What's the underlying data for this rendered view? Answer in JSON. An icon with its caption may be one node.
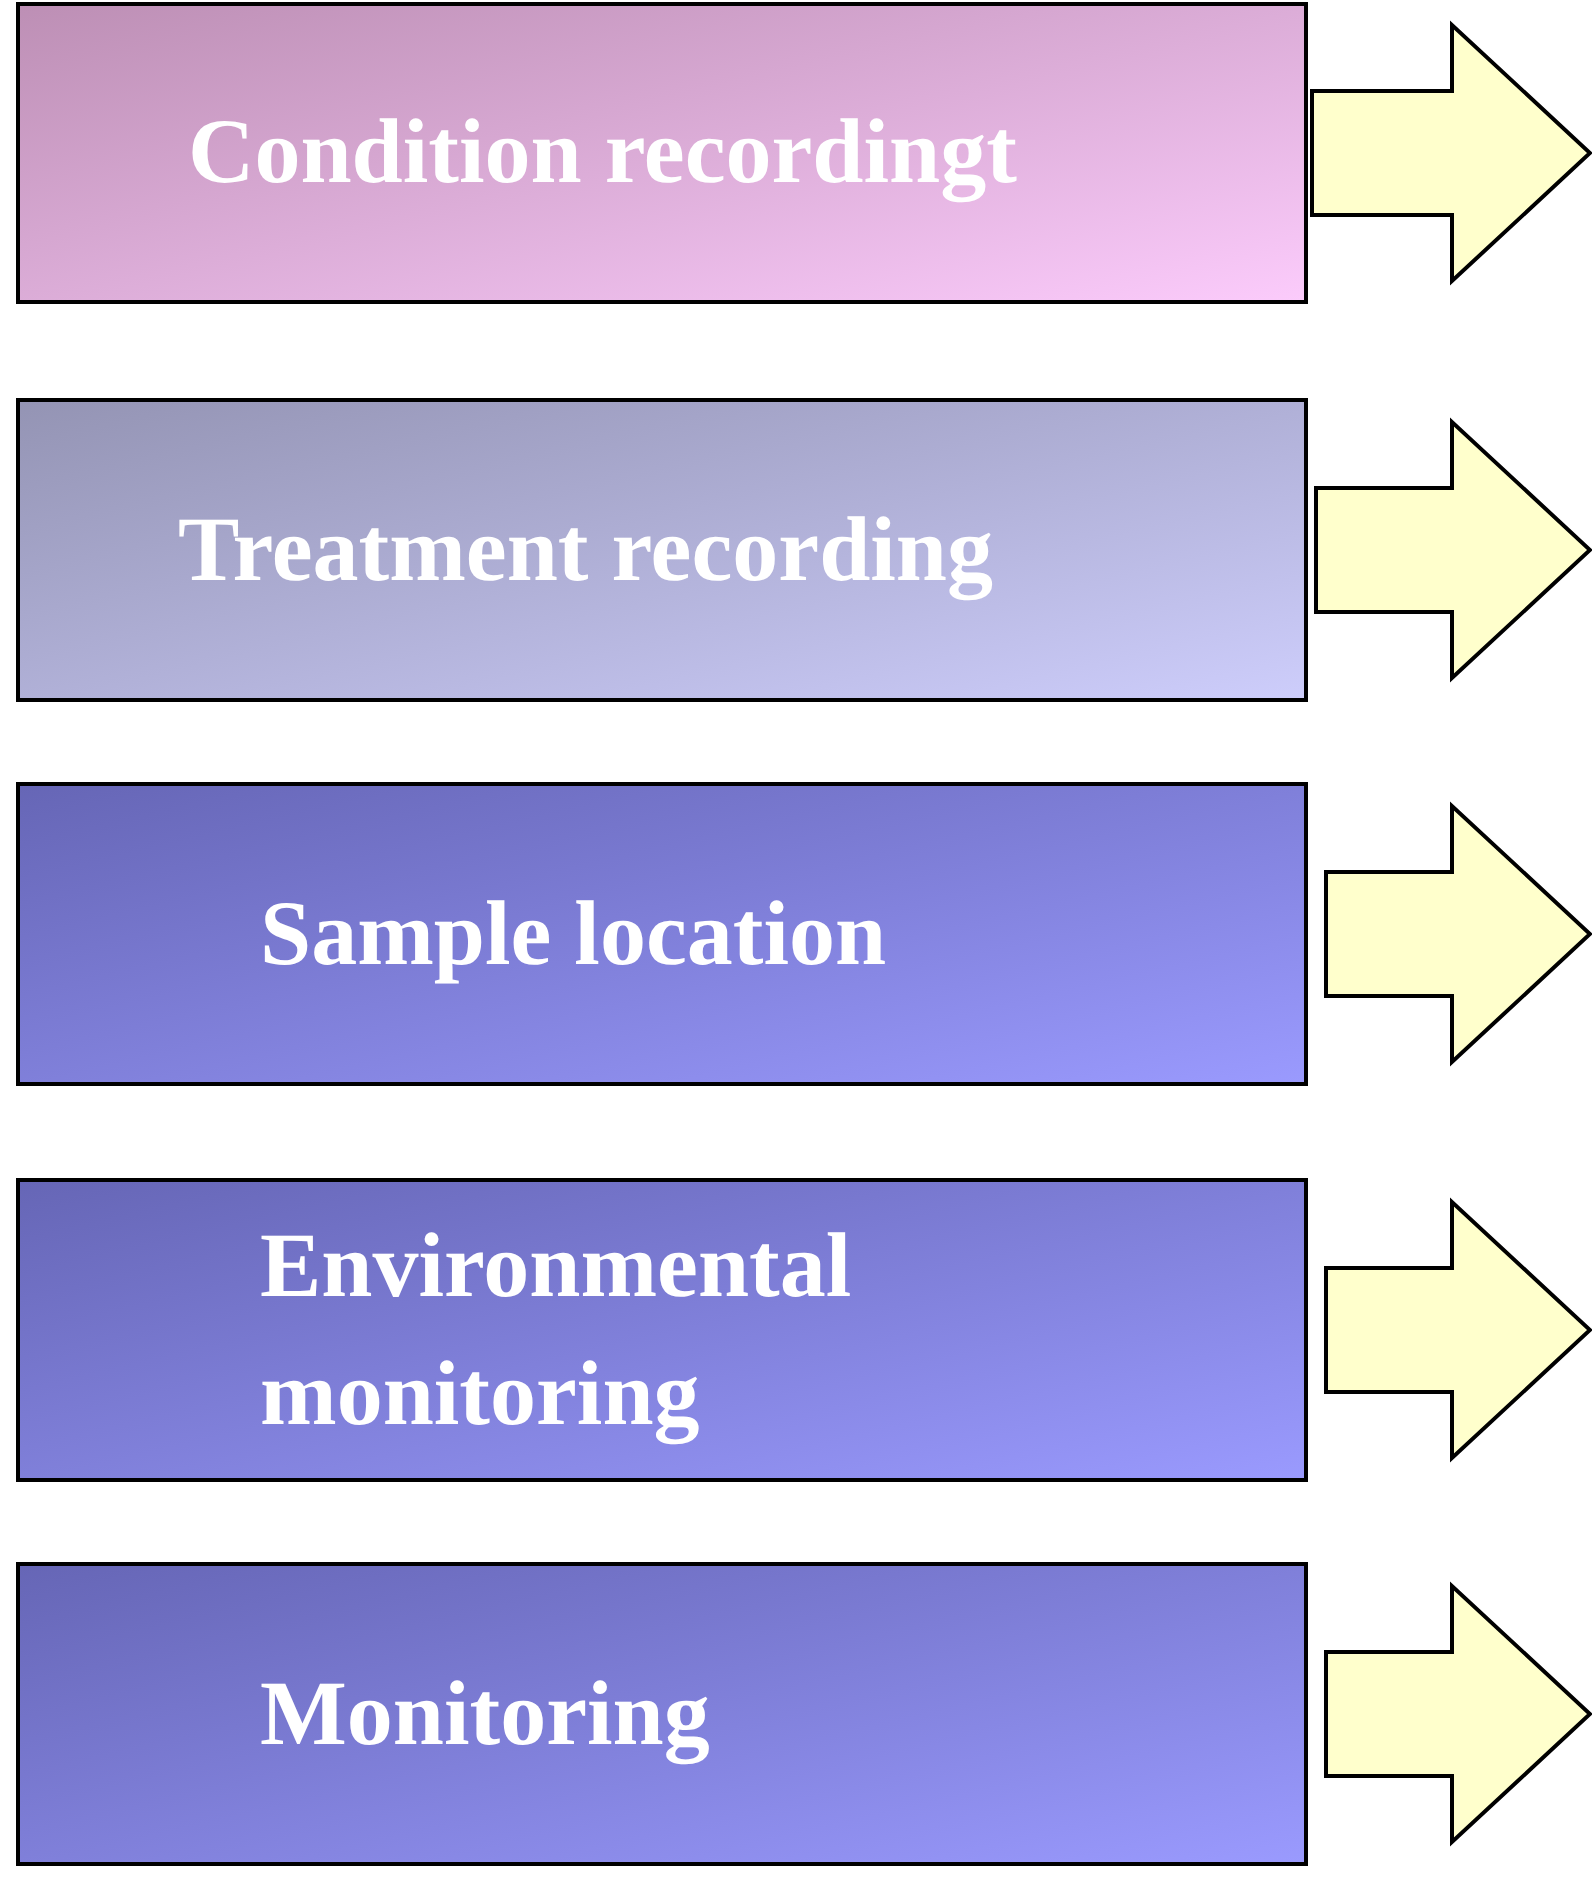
{
  "diagram": {
    "nodes": [
      {
        "text": [
          "Condition recordingt"
        ]
      },
      {
        "text": [
          "Treatment recording"
        ]
      },
      {
        "text": [
          "Sample location"
        ]
      },
      {
        "text": [
          "Environmental monitoring"
        ]
      },
      {
        "text": [
          "Monitoring"
        ]
      }
    ],
    "edges": [
      {
        "from": 0,
        "to": null,
        "arrow": "to"
      },
      {
        "from": 1,
        "to": null,
        "arrow": "to"
      },
      {
        "from": 2,
        "to": null,
        "arrow": "to"
      },
      {
        "from": 3,
        "to": null,
        "arrow": "to"
      },
      {
        "from": 4,
        "to": null,
        "arrow": "to"
      }
    ]
  }
}
